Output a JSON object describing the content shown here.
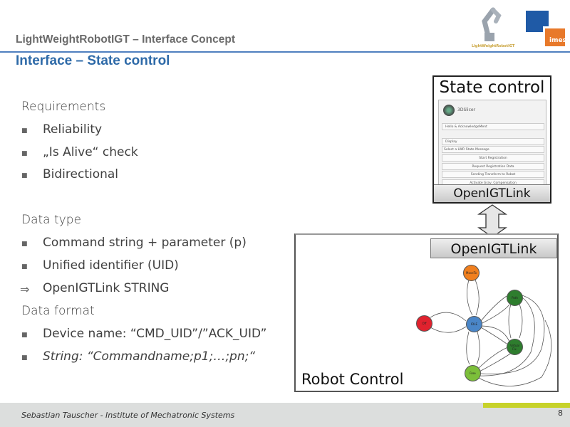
{
  "header": {
    "title": "LightWeightRobotIGT – Interface Concept",
    "slide_title": "Interface – State control",
    "logo1_text": "LightWeightRobotIGT",
    "logo2_text": "imes"
  },
  "body": {
    "req_heading": "Requirements",
    "req_items": [
      "Reliability",
      "„Is Alive“ check",
      "Bidirectional"
    ],
    "dtype_heading": "Data type",
    "dtype_items": [
      "Command string + parameter (p)",
      "Unified identifier (UID)"
    ],
    "implies_item": "OpenIGTLink STRING",
    "dformat_heading": "Data format",
    "dformat_items": [
      "Device name: “CMD_UID”/”ACK_UID”",
      "String: “Commandname;p1;…;pn;“"
    ]
  },
  "state_box": {
    "title": "State control",
    "app_name": "3DSlicer",
    "rows": [
      "Hello & AcknowledgeMent",
      "Display",
      "Select a LWR State Message",
      "Start Registration",
      "Request Registration Data",
      "Sending Transform to Robot",
      "Activate Grav. Compensation"
    ],
    "link_label": "OpenIGTLink"
  },
  "robot_box": {
    "title": "Robot Control",
    "link_label": "OpenIGTLink",
    "nodes": [
      {
        "label": "MoveTo",
        "color": "#f07f1e"
      },
      {
        "label": "IDLE",
        "color": "#4a86c8"
      },
      {
        "label": "Off",
        "color": "#e0222e"
      },
      {
        "label": "Path",
        "color": "#2e7d2e"
      },
      {
        "label": "Virtual Fix.",
        "color": "#2e7d2e"
      },
      {
        "label": "Free",
        "color": "#7cbf3a"
      }
    ]
  },
  "footer": {
    "author": "Sebastian Tauscher - Institute of Mechatronic Systems",
    "page": "8"
  },
  "colors": {
    "title_blue": "#2e6aa8",
    "footer_gray": "#dcdedd",
    "accent_green": "#c7d22a",
    "imes_blue": "#1f5aa6",
    "imes_orange": "#e8792a"
  }
}
